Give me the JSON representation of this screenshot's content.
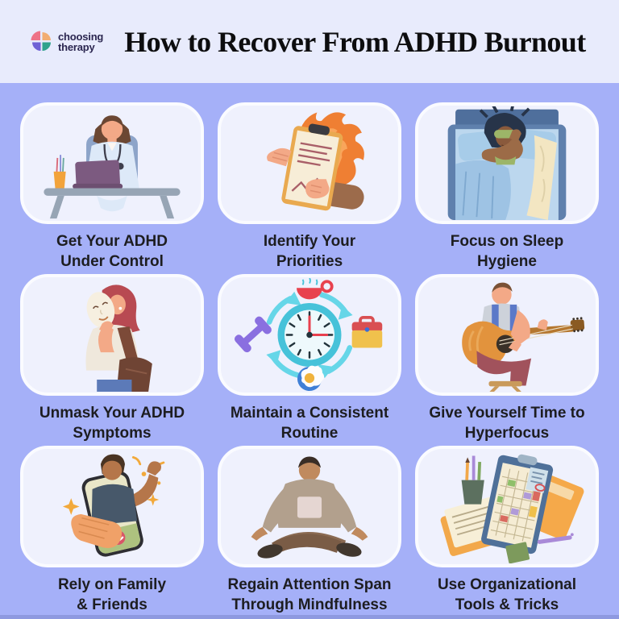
{
  "header": {
    "logo": {
      "line1": "choosing",
      "line2": "therapy"
    },
    "title": "How to Recover From ADHD Burnout"
  },
  "cards": [
    {
      "caption_line1": "Get Your ADHD",
      "caption_line2": "Under Control",
      "illustration": "doctor-at-desk"
    },
    {
      "caption_line1": "Identify Your",
      "caption_line2": "Priorities",
      "illustration": "burning-clipboard"
    },
    {
      "caption_line1": "Focus on Sleep",
      "caption_line2": "Hygiene",
      "illustration": "person-sleeping-with-eye-mask"
    },
    {
      "caption_line1": "Unmask Your ADHD",
      "caption_line2": "Symptoms",
      "illustration": "woman-holding-mask"
    },
    {
      "caption_line1": "Maintain a Consistent",
      "caption_line2": "Routine",
      "illustration": "daily-routine-clock"
    },
    {
      "caption_line1": "Give Yourself Time to",
      "caption_line2": "Hyperfocus",
      "illustration": "man-playing-guitar"
    },
    {
      "caption_line1": "Rely on Family",
      "caption_line2": "& Friends",
      "illustration": "video-call-on-phone"
    },
    {
      "caption_line1": "Regain Attention Span",
      "caption_line2": "Through Mindfulness",
      "illustration": "person-meditating"
    },
    {
      "caption_line1": "Use Organizational",
      "caption_line2": "Tools & Tricks",
      "illustration": "planner-and-desk-tools"
    }
  ],
  "colors": {
    "header_bg": "#e8ebfc",
    "body_bg": "#a5b0f8",
    "card_bg": "#eff1fd",
    "card_border": "#fafbff",
    "title_text": "#0d0d0f",
    "caption_text": "#1d1d20",
    "logo_pink": "#ee7287",
    "logo_peach": "#f2ad72",
    "logo_purple": "#6e61d5",
    "logo_teal": "#2fa28c",
    "logo_text": "#2b2650"
  }
}
